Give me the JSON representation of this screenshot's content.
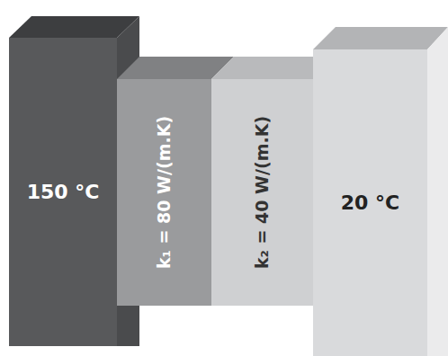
{
  "diagram": {
    "nodes": [
      {
        "text": [
          "150 °C"
        ]
      },
      {
        "text": [
          "k₁ = 80 W/(m.K)"
        ]
      },
      {
        "text": [
          "k₂ = 40 W/(m.K)"
        ]
      },
      {
        "text": [
          "20 °C"
        ]
      }
    ]
  }
}
